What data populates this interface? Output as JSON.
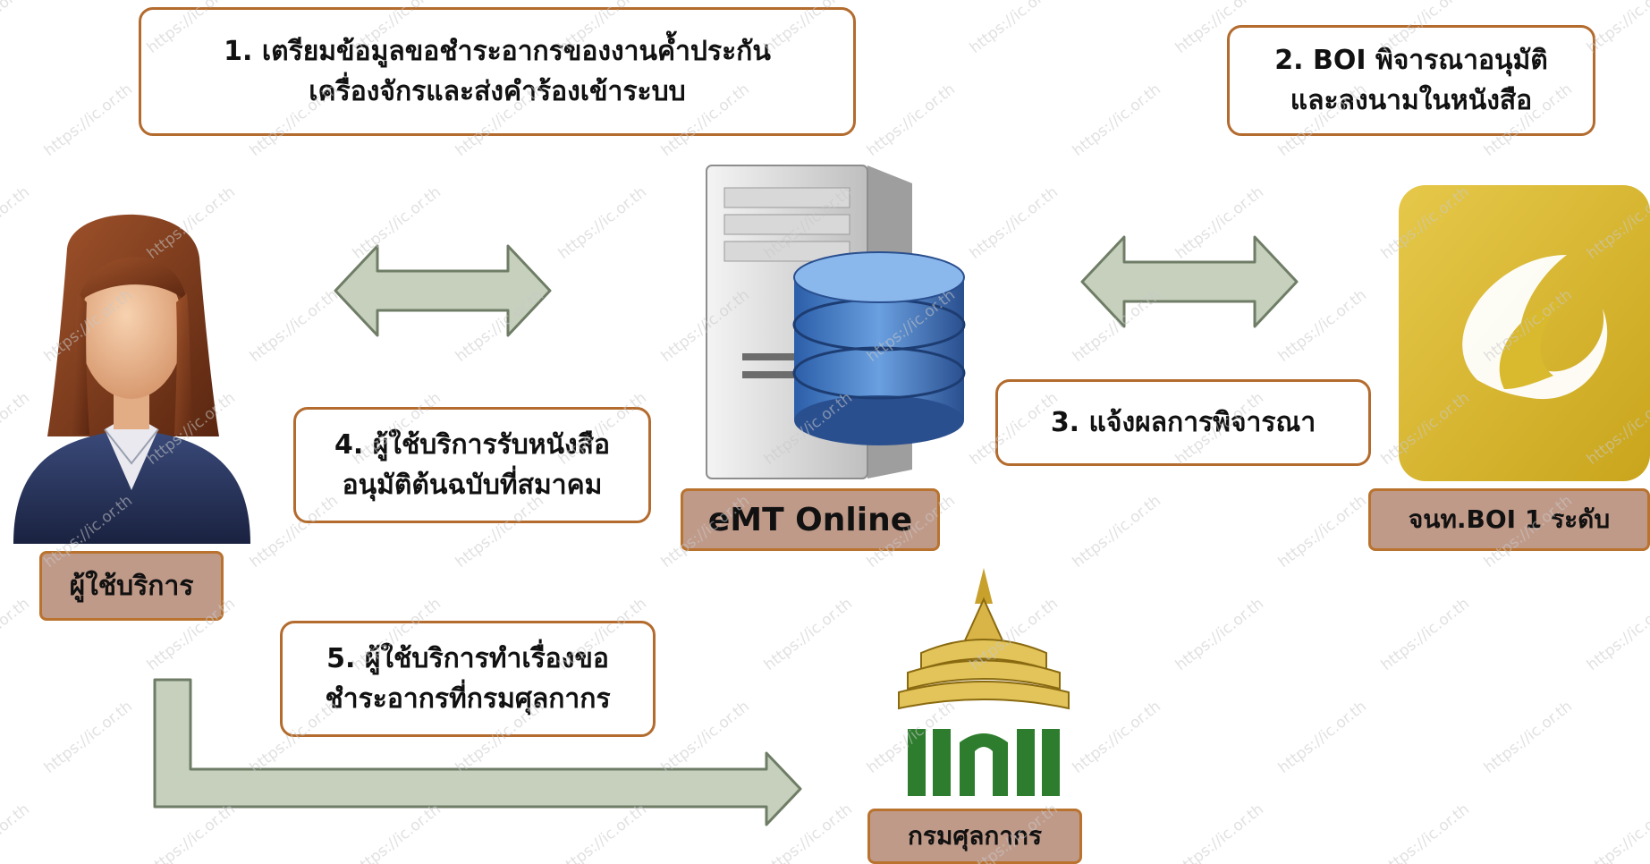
{
  "step1": {
    "line1": "1. เตรียมข้อมูลขอชำระอากรของงานค้ำประกัน",
    "line2": "เครื่องจักรและส่งคำร้องเข้าระบบ"
  },
  "step2": {
    "line1": "2. BOI พิจารณาอนุมัติ",
    "line2": "และลงนามในหนังสือ"
  },
  "step3": {
    "line1": "3. แจ้งผลการพิจารณา"
  },
  "step4": {
    "line1": "4. ผู้ใช้บริการรับหนังสือ",
    "line2": "อนุมัติต้นฉบับที่สมาคม"
  },
  "step5": {
    "line1": "5. ผู้ใช้บริการทำเรื่องขอ",
    "line2": "ชำระอากรที่กรมศุลกากร"
  },
  "actors": {
    "user": "ผู้ใช้บริการ",
    "system": "eMT Online",
    "boi": "จนท.BOI 1 ระดับ",
    "customs": "กรมศุลกากร"
  },
  "icons": {
    "user": "user-avatar-icon",
    "server": "server-database-icon",
    "boi": "boi-logo-icon",
    "customs": "customs-emblem-icon"
  },
  "colors": {
    "box_border": "#b36b2e",
    "tag_fill": "#c09a89",
    "arrow_fill": "#c6d0bd",
    "arrow_stroke": "#6f7d66",
    "boi_gold": "#d9b92e"
  },
  "watermark": "https://ic.or.th"
}
